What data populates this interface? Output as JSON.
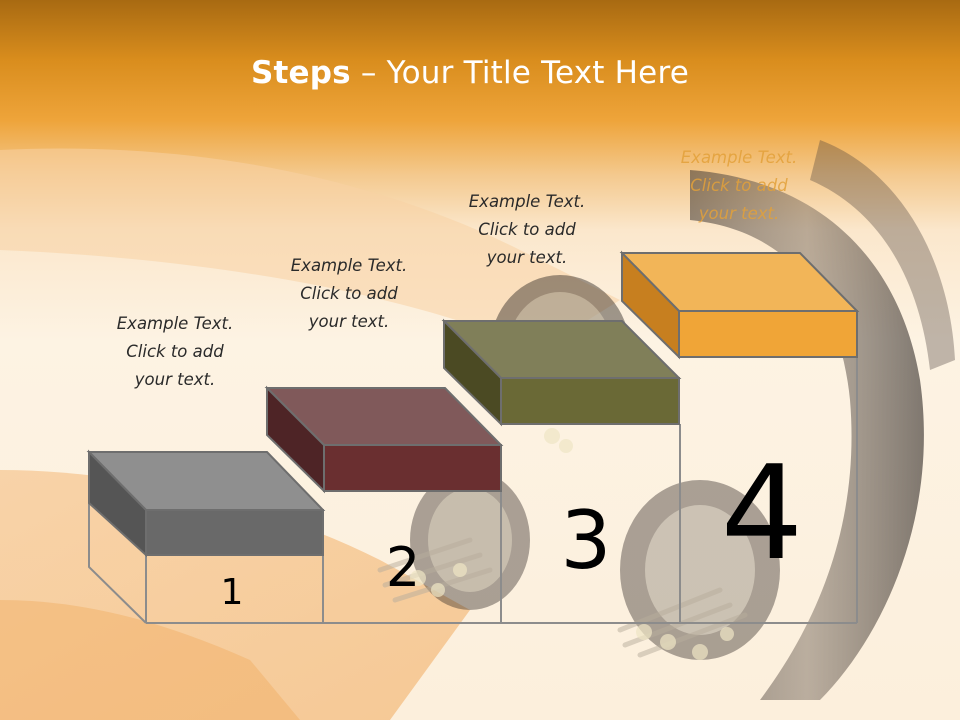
{
  "title": {
    "bold": "Steps",
    "rest": " – Your Title Text Here"
  },
  "steps": [
    {
      "number": "1",
      "caption": [
        "Example Text.",
        "Click  to add",
        "your text."
      ],
      "color": "#6b6b6b"
    },
    {
      "number": "2",
      "caption": [
        "Example Text.",
        "Click  to add",
        "your text."
      ],
      "color": "#6b2e30"
    },
    {
      "number": "3",
      "caption": [
        "Example Text.",
        "Click  to add",
        "your text."
      ],
      "color": "#6b6a36"
    },
    {
      "number": "4",
      "caption": [
        "Example Text.",
        "Click  to add",
        "your text."
      ],
      "color": "#f0a53a"
    }
  ]
}
